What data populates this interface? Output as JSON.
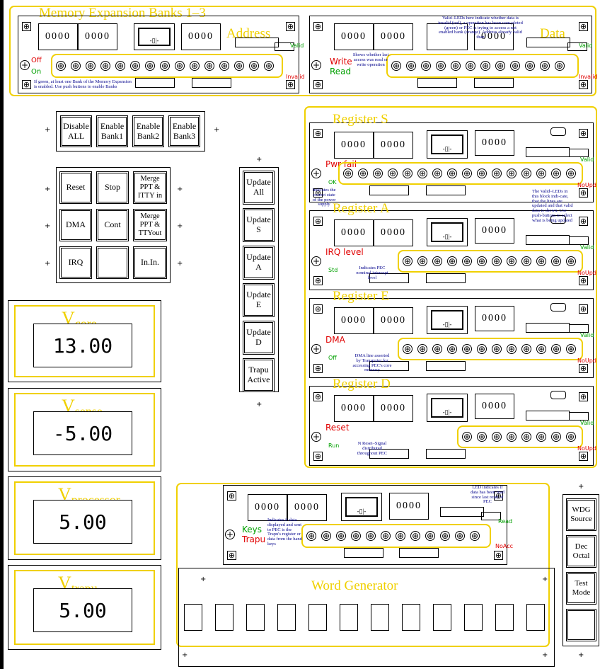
{
  "mem": {
    "title": "Memory Expansion Banks 1–3",
    "addr_label": "Address",
    "data_label": "Data",
    "addr_d1": "0000",
    "addr_d2": "0000",
    "addr_d3": "0000",
    "data_d1": "0000",
    "data_d2": "0000",
    "data_d3": "0000",
    "off": "Off",
    "on": "On",
    "write": "Write",
    "read": "Read",
    "valid": "Valid",
    "invalid": "Invalid",
    "note_bank": "If green, at least one Bank of the Memory Expansion is enabled. Use push buttons to enable Banks",
    "note_write": "Shows whether last access was read or write operation",
    "note_valid": "Valid–LEDs here indicate whether data is invalid (red), a operation has been com-pleted (green) or PEC is trying to access a not enabled bank (orange). Address already valid than"
  },
  "bank_buttons": [
    "Disable ALL",
    "Enable Bank1",
    "Enable Bank2",
    "Enable Bank3"
  ],
  "ctrl_buttons": [
    "Reset",
    "Stop",
    "Merge PPT & ITTY in",
    "DMA",
    "Cont",
    "Merge PPT & TTYout",
    "IRQ",
    "",
    "In.In."
  ],
  "update_buttons": [
    "Update All",
    "Update S",
    "Update A",
    "Update E",
    "Update D",
    "Trapu Active"
  ],
  "registers": [
    {
      "title": "Register S",
      "d1": "0000",
      "d2": "0000",
      "d3": "0000",
      "on": "Pwr fail",
      "off": "OK",
      "valid": "Valid",
      "noupd": "NoUpd",
      "note": "Indicates the correct state of the power supply"
    },
    {
      "title": "Register A",
      "d1": "0000",
      "d2": "0000",
      "d3": "0000",
      "on": "IRQ level",
      "off": "Std",
      "valid": "Valid",
      "noupd": "NoUpd",
      "note": "Indicates PEC nominal interrupt level"
    },
    {
      "title": "Register E",
      "d1": "0000",
      "d2": "0000",
      "d3": "0000",
      "on": "DMA",
      "off": "Off",
      "valid": "Valid",
      "noupd": "NoUpd",
      "note": "DMA line asserted by Transputer for accessing PEC's core memory"
    },
    {
      "title": "Register D",
      "d1": "0000",
      "d2": "0000",
      "d3": "0000",
      "on": "Reset",
      "off": "Run",
      "valid": "Valid",
      "noupd": "NoUpd",
      "note": "N Reset–Signal distributed throughout PEC"
    }
  ],
  "reg_note": "The Valid–LEDs in this block indi-cate, that the lines are updated and that valid data is shown. Use push-buttons to select what is being updated",
  "meters": [
    {
      "name": "V",
      "sub": "core",
      "value": "13.00"
    },
    {
      "name": "V",
      "sub": "sense",
      "value": "-5.00"
    },
    {
      "name": "V",
      "sub": "processor",
      "value": "5.00"
    },
    {
      "name": "V",
      "sub": "trapu",
      "value": "5.00"
    }
  ],
  "wg": {
    "title": "Word Generator",
    "d1": "0000",
    "d2": "0000",
    "d3": "0000",
    "keys": "Keys",
    "trapu": "Trapu",
    "read": "Read",
    "noacc": "NoAcc",
    "note": "Indicates if data displayed and sent to PEC is the Trapu's register or data from the hand keys",
    "note2": "LED indicates if data has been read since last reset of PEC"
  },
  "side_buttons": [
    "WDG Source",
    "Dec Octal",
    "Test Mode",
    ""
  ]
}
